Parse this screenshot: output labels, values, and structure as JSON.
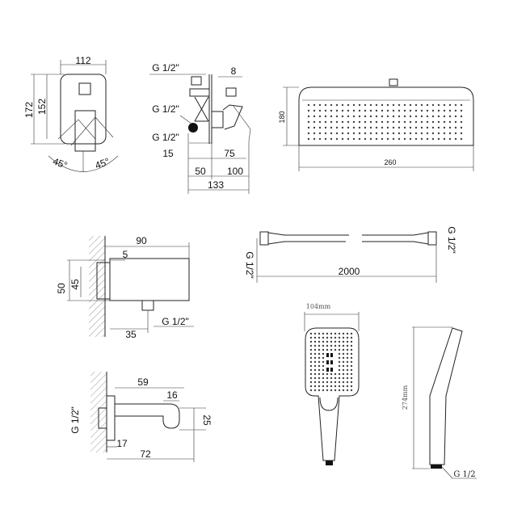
{
  "mixer_front": {
    "width": "112",
    "height_outer": "172",
    "height_inner": "152",
    "angle_left": "45°",
    "angle_right": "45°"
  },
  "mixer_side": {
    "top_connection": "G 1/2\"",
    "offset": "8",
    "middle_connection": "G 1/2\"",
    "bottom_connection": "G 1/2\"",
    "dim_15": "15",
    "dim_75": "75",
    "dim_50": "50",
    "dim_100": "100",
    "dim_133": "133"
  },
  "rain_shower": {
    "height": "180",
    "width": "260"
  },
  "wall_outlet": {
    "length": "90",
    "flange": "5",
    "height_outer": "50",
    "height_inner": "45",
    "depth": "35",
    "connection": "G 1/2\""
  },
  "hose": {
    "left_connection": "G 1/2\"",
    "right_connection": "G 1/2\"",
    "length": "2000"
  },
  "spout": {
    "length": "59",
    "diameter": "16",
    "height": "25",
    "connection": "G 1/2\"",
    "flange": "17",
    "total_length": "72"
  },
  "hand_shower": {
    "width": "104mm",
    "length": "274mm",
    "connection": "G 1/2"
  }
}
